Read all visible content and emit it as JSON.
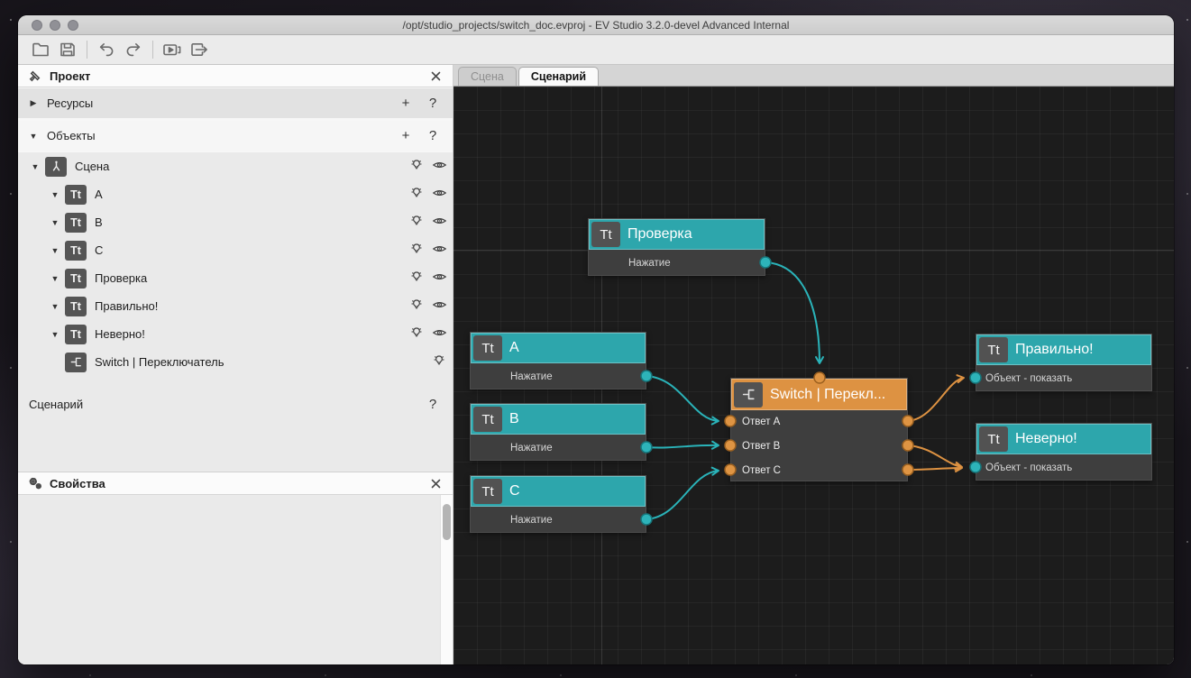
{
  "window_title": "/opt/studio_projects/switch_doc.evproj - EV Studio 3.2.0-devel Advanced Internal",
  "icons": {
    "text_object": "Tt"
  },
  "sidebar": {
    "project": {
      "title": "Проект",
      "sections": [
        {
          "label": "Ресурсы"
        },
        {
          "label": "Объекты"
        }
      ],
      "add_label": "+",
      "help_label": "?",
      "tree": [
        {
          "label": "Сцена"
        },
        {
          "label": "A"
        },
        {
          "label": "B"
        },
        {
          "label": "C"
        },
        {
          "label": "Проверка"
        },
        {
          "label": "Правильно!"
        },
        {
          "label": "Неверно!"
        },
        {
          "label": "Switch | Переключатель"
        }
      ],
      "scenario": {
        "label": "Сценарий",
        "help": "?"
      }
    },
    "properties": {
      "title": "Свойства"
    }
  },
  "tabs": [
    {
      "label": "Сцена"
    },
    {
      "label": "Сценарий"
    }
  ],
  "canvas": {
    "nodes": {
      "proverka": {
        "title": "Проверка",
        "row": "Нажатие"
      },
      "a": {
        "title": "A",
        "row": "Нажатие"
      },
      "b": {
        "title": "B",
        "row": "Нажатие"
      },
      "c": {
        "title": "C",
        "row": "Нажатие"
      },
      "switch": {
        "title": "Switch | Перекл...",
        "rows": [
          "Ответ A",
          "Ответ B",
          "Ответ C"
        ]
      },
      "pravilno": {
        "title": "Правильно!",
        "row": "Объект - показать"
      },
      "neverno": {
        "title": "Неверно!",
        "row": "Объект - показать"
      }
    },
    "colors": {
      "node_teal": "#2da6ac",
      "node_orange": "#dd9242",
      "wire_teal": "#2ab3b9",
      "wire_orange": "#dd9242",
      "canvas_bg": "#1c1c1c"
    }
  }
}
